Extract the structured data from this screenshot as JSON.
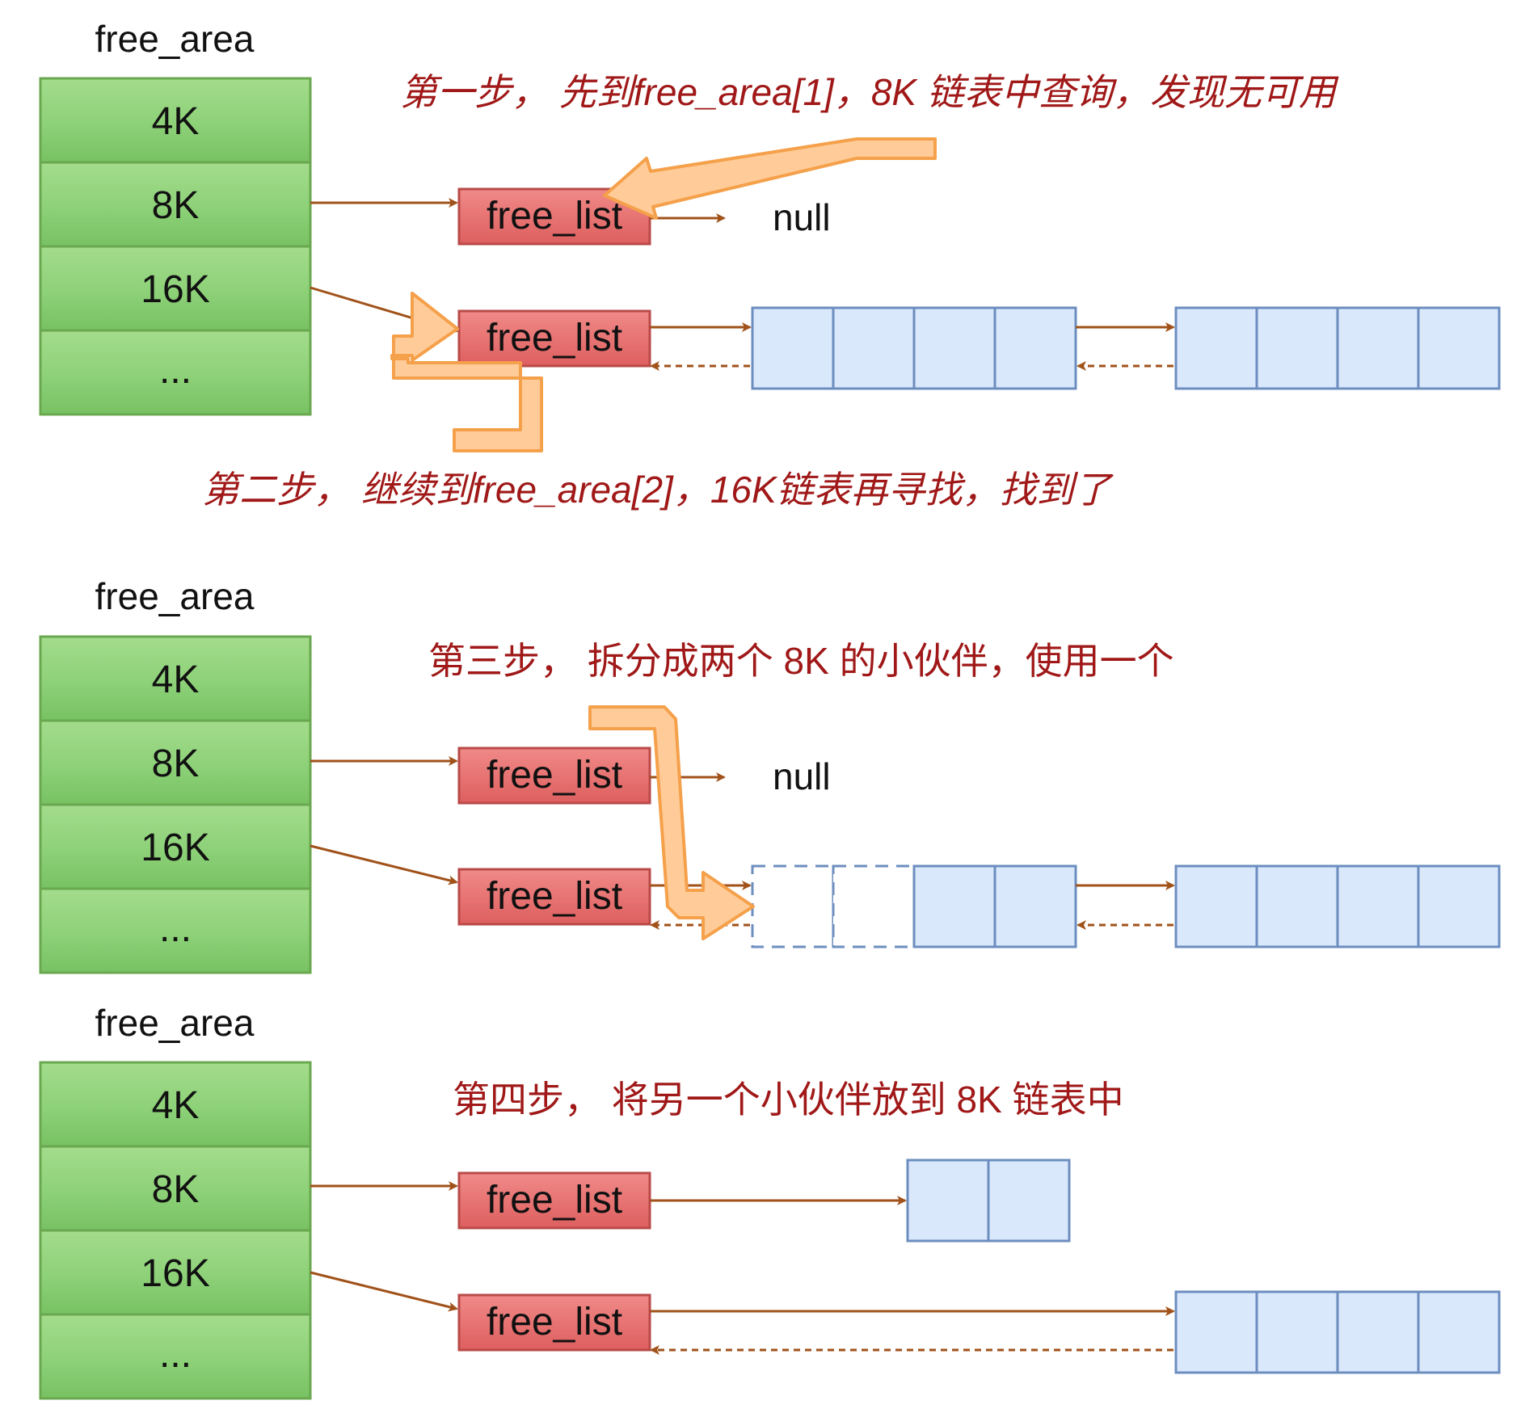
{
  "free_area_label": "free_area",
  "area_cells": [
    "4K",
    "8K",
    "16K",
    "..."
  ],
  "free_list_label": "free_list",
  "null_label": "null",
  "steps": {
    "step1": "第一步， 先到free_area[1]，8K 链表中查询，发现无可用",
    "step2": "第二步， 继续到free_area[2]，16K链表再寻找，找到了",
    "step3": "第三步， 拆分成两个 8K 的小伙伴，使用一个",
    "step4": "第四步， 将另一个小伙伴放到 8K 链表中"
  },
  "colors": {
    "area_fill": "#8fd27a",
    "area_stroke": "#6aa84f",
    "free_list_fill": "#e06666",
    "free_list_stroke": "#b94a48",
    "block_fill": "#dae8fc",
    "block_stroke": "#6c8ebf",
    "link_arrow": "#a0521a",
    "big_arrow_fill": "#ffcc99",
    "big_arrow_stroke": "#f5a04a",
    "step_text": "#a01818"
  }
}
